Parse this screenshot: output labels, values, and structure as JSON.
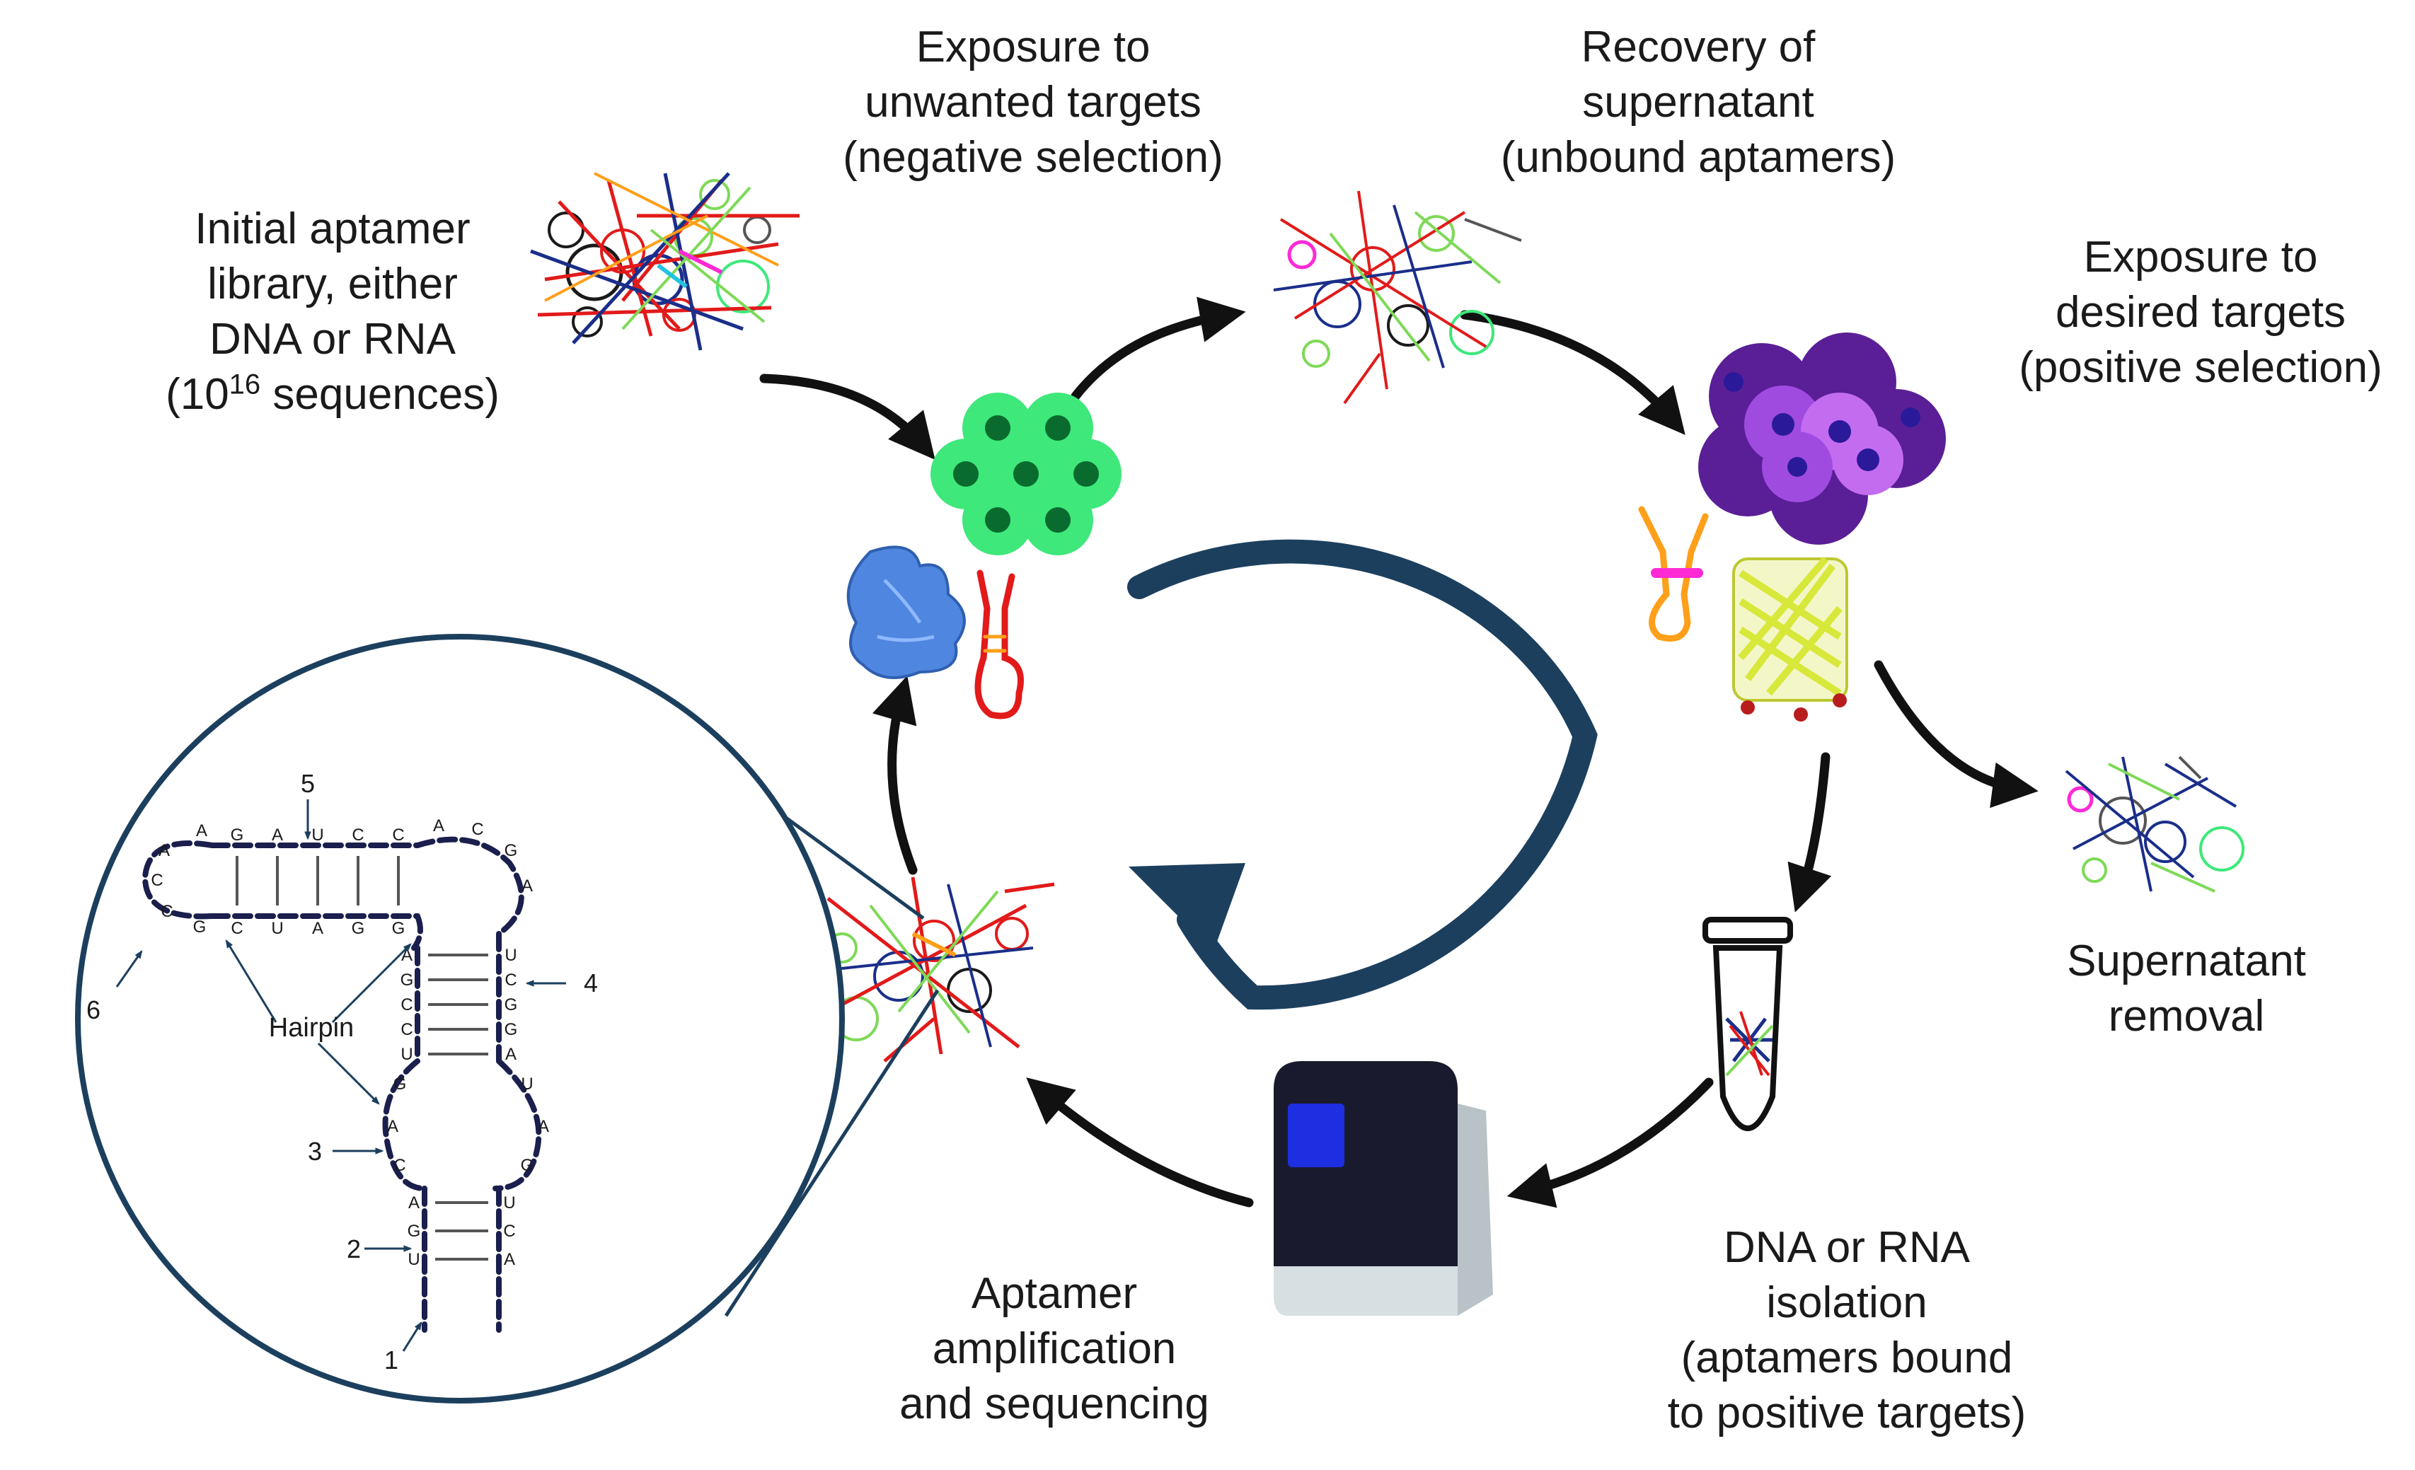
{
  "labels": {
    "initial_library": [
      "Initial aptamer",
      "library, either",
      "DNA or RNA"
    ],
    "initial_library_count_prefix": "(10",
    "initial_library_exponent": "16",
    "initial_library_count_suffix": " sequences)",
    "negative_selection": [
      "Exposure to",
      "unwanted targets",
      "(negative selection)"
    ],
    "recovery": [
      "Recovery of",
      "supernatant",
      "(unbound aptamers)"
    ],
    "positive_selection": [
      "Exposure to",
      "desired targets",
      "(positive selection)"
    ],
    "supernatant_removal": [
      "Supernatant",
      "removal"
    ],
    "isolation": [
      "DNA or RNA",
      "isolation",
      "(aptamers bound",
      "to positive targets)"
    ],
    "amplification": [
      "Aptamer",
      "amplification",
      "and sequencing"
    ]
  },
  "hairpin": {
    "label": "Hairpin",
    "markers": [
      "1",
      "2",
      "3",
      "4",
      "5",
      "6"
    ],
    "top_stem_upper": [
      "G",
      "A",
      "U",
      "C",
      "C"
    ],
    "top_stem_lower": [
      "C",
      "U",
      "A",
      "G",
      "G"
    ],
    "left_loop": [
      "A",
      "A",
      "C",
      "C",
      "G"
    ],
    "right_loop": [
      "A",
      "C",
      "G",
      "A"
    ],
    "right_stem_left": [
      "A",
      "G",
      "C",
      "C",
      "U"
    ],
    "right_stem_right": [
      "U",
      "C",
      "G",
      "G",
      "A"
    ],
    "inner_loop_left": [
      "G",
      "A",
      "C"
    ],
    "inner_loop_right": [
      "U",
      "A",
      "G"
    ],
    "bottom_stem_left": [
      "A",
      "G",
      "U"
    ],
    "bottom_stem_right": [
      "U",
      "C",
      "A"
    ]
  },
  "colors": {
    "cycle_arrow": "#1c3f5e",
    "flow_arrow": "#111111",
    "negative_cells": "#3ee87a",
    "negative_nucleus": "#0a6b2e",
    "tumor_cells": "#7a2bb5",
    "tumor_light": "#c46cf0",
    "tumor_nucleus": "#2a1a9a",
    "protein_blue": "#4f86e0",
    "aptamer_red": "#e21a1a",
    "aptamer_orange": "#ff9f1a",
    "aptamer_magenta": "#ff2ad4",
    "barrel_yellow": "#d8e83a",
    "device_screen": "#1d2fe0",
    "device_dark": "#1a1a2e",
    "device_body": "#b8c2c7"
  }
}
